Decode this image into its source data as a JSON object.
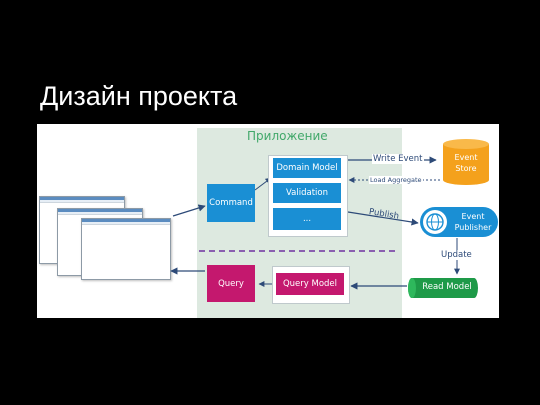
{
  "slide": {
    "title": "Дизайн проекта"
  },
  "diagram": {
    "app_zone_label": "Приложение",
    "command": "Command",
    "domain_model": "Domain Model",
    "validation": "Validation",
    "ellipsis": "...",
    "query": "Query",
    "query_model": "Query Model",
    "event_store": "Event Store",
    "event_publisher": "Event Publisher",
    "read_model": "Read Model",
    "edges": {
      "write_event": "Write Event",
      "load_aggregate": "Load Aggregate",
      "publish": "Publish",
      "update": "Update"
    },
    "colors": {
      "blue": "#1a8fd4",
      "magenta": "#c4186e",
      "green": "#1e9a48",
      "orange": "#f4a11c",
      "app_zone": "#dde9e0"
    }
  }
}
